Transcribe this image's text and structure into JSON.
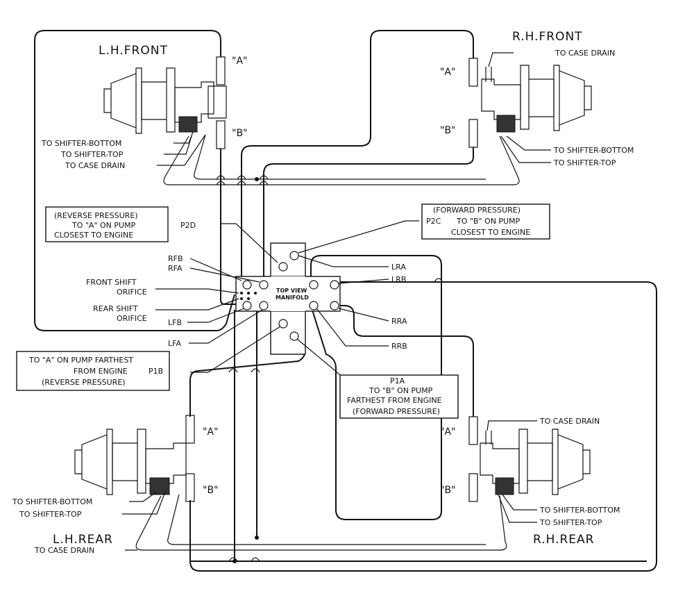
{
  "pumps": {
    "lh_front": {
      "title": "L.H.FRONT",
      "port_a": "\"A\"",
      "port_b": "\"B\""
    },
    "rh_front": {
      "title": "R.H.FRONT",
      "port_a": "\"A\"",
      "port_b": "\"B\""
    },
    "lh_rear": {
      "title": "L.H.REAR",
      "port_a": "\"A\"",
      "port_b": "\"B\""
    },
    "rh_rear": {
      "title": "R.H.REAR",
      "port_a": "\"A\"",
      "port_b": "\"B\""
    }
  },
  "connection_labels": {
    "lhf_shifter_bottom": "TO SHIFTER-BOTTOM",
    "lhf_shifter_top": "TO SHIFTER-TOP",
    "lhf_case_drain": "TO CASE DRAIN",
    "rhf_case_drain": "TO CASE DRAIN",
    "rhf_shifter_bottom": "TO SHIFTER-BOTTOM",
    "rhf_shifter_top": "TO SHIFTER-TOP",
    "lhr_shifter_bottom": "TO SHIFTER-BOTTOM",
    "lhr_shifter_top": "TO SHIFTER-TOP",
    "lhr_case_drain": "TO CASE DRAIN",
    "rhr_case_drain": "TO CASE DRAIN",
    "rhr_shifter_bottom": "TO SHIFTER-BOTTOM",
    "rhr_shifter_top": "TO SHIFTER-TOP"
  },
  "manifold": {
    "title_line1": "TOP VIEW",
    "title_line2": "MANIFOLD",
    "ports": {
      "p2d": "P2D",
      "p2c": "P2C",
      "p1a": "P1A",
      "p1b": "P1B",
      "rfb": "RFB",
      "rfa": "RFA",
      "lfb": "LFB",
      "lfa": "LFA",
      "lra": "LRA",
      "lrb": "LRB",
      "rra": "RRA",
      "rrb": "RRB"
    },
    "orifices": {
      "front_1": "FRONT SHIFT",
      "front_2": "ORIFICE",
      "rear_1": "REAR SHIFT",
      "rear_2": "ORIFICE"
    }
  },
  "callouts": {
    "reverse_engine": [
      "(REVERSE PRESSURE)",
      "TO \"A\" ON PUMP",
      "CLOSEST TO ENGINE"
    ],
    "forward_engine": [
      "(FORWARD PRESSURE)",
      "TO \"B\" ON PUMP",
      "CLOSEST TO ENGINE"
    ],
    "reverse_far": [
      "TO \"A\" ON PUMP FARTHEST",
      "FROM ENGINE",
      "(REVERSE PRESSURE)"
    ],
    "forward_far": [
      "TO \"B\" ON PUMP",
      "FARTHEST FROM ENGINE",
      "(FORWARD PRESSURE)"
    ]
  }
}
